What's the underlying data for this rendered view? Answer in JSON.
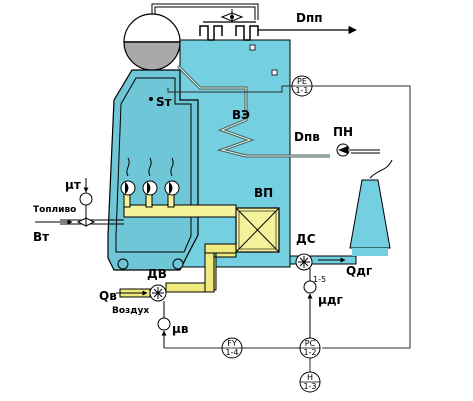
{
  "colors": {
    "boiler_fill": "#6ec6d6",
    "shaft_fill": "#74cfe0",
    "fuel_pipe": "#f4f29a",
    "air_duct": "#eeea7e",
    "line": "#000000",
    "signal_line": "#2b2b2b",
    "stack_fill": "#74cfe0"
  },
  "labels": {
    "d_pp": "Dпп",
    "s_t": "Sт",
    "ve": "ВЭ",
    "d_pv": "Dпв",
    "pn": "ПН",
    "vp": "ВП",
    "ds": "ДС",
    "q_dg": "Qдг",
    "mu_t": "μт",
    "fuel": "Топливо",
    "b_t": "Вт",
    "dv": "ДВ",
    "q_v": "Qв",
    "air": "Воздух",
    "mu_v": "μв",
    "mu_dg": "μдг",
    "ref_1_5": "1-5"
  },
  "instruments": [
    {
      "id": "pe",
      "top": "PE",
      "bottom": "1-1"
    },
    {
      "id": "fy",
      "top": "FY",
      "bottom": "1-4"
    },
    {
      "id": "pc",
      "top": "PC",
      "bottom": "1-2"
    },
    {
      "id": "h",
      "top": "H",
      "bottom": "1-3"
    }
  ],
  "icons": [
    "valve-icon",
    "burner-icon",
    "fan-icon",
    "actuator-icon",
    "pump-icon",
    "smoke-stack-icon",
    "air-heater-icon"
  ]
}
